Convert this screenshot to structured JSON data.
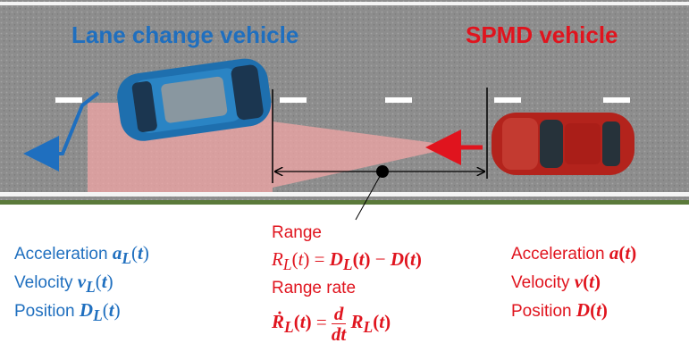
{
  "titles": {
    "lane_change": "Lane change vehicle",
    "spmd": "SPMD vehicle"
  },
  "colors": {
    "lane_change_blue": "#1f6fbf",
    "spmd_red": "#e0141e",
    "road_gray": "#8c8c8c",
    "radar_cone": "#f2a6a6"
  },
  "lane_change_vehicle": {
    "acceleration_label": "Acceleration",
    "acceleration_var": "a_L(t)",
    "velocity_label": "Velocity",
    "velocity_var": "v_L(t)",
    "position_label": "Position",
    "position_var": "D_L(t)"
  },
  "spmd_vehicle": {
    "acceleration_label": "Acceleration",
    "acceleration_var": "a(t)",
    "velocity_label": "Velocity",
    "velocity_var": "v(t)",
    "position_label": "Position",
    "position_var": "D(t)"
  },
  "center": {
    "range_label": "Range",
    "range_eq": "R_L(t) = D_L(t) − D(t)",
    "range_rate_label": "Range rate",
    "range_rate_eq": "Ṙ_L(t) = d/dt R_L(t)"
  }
}
